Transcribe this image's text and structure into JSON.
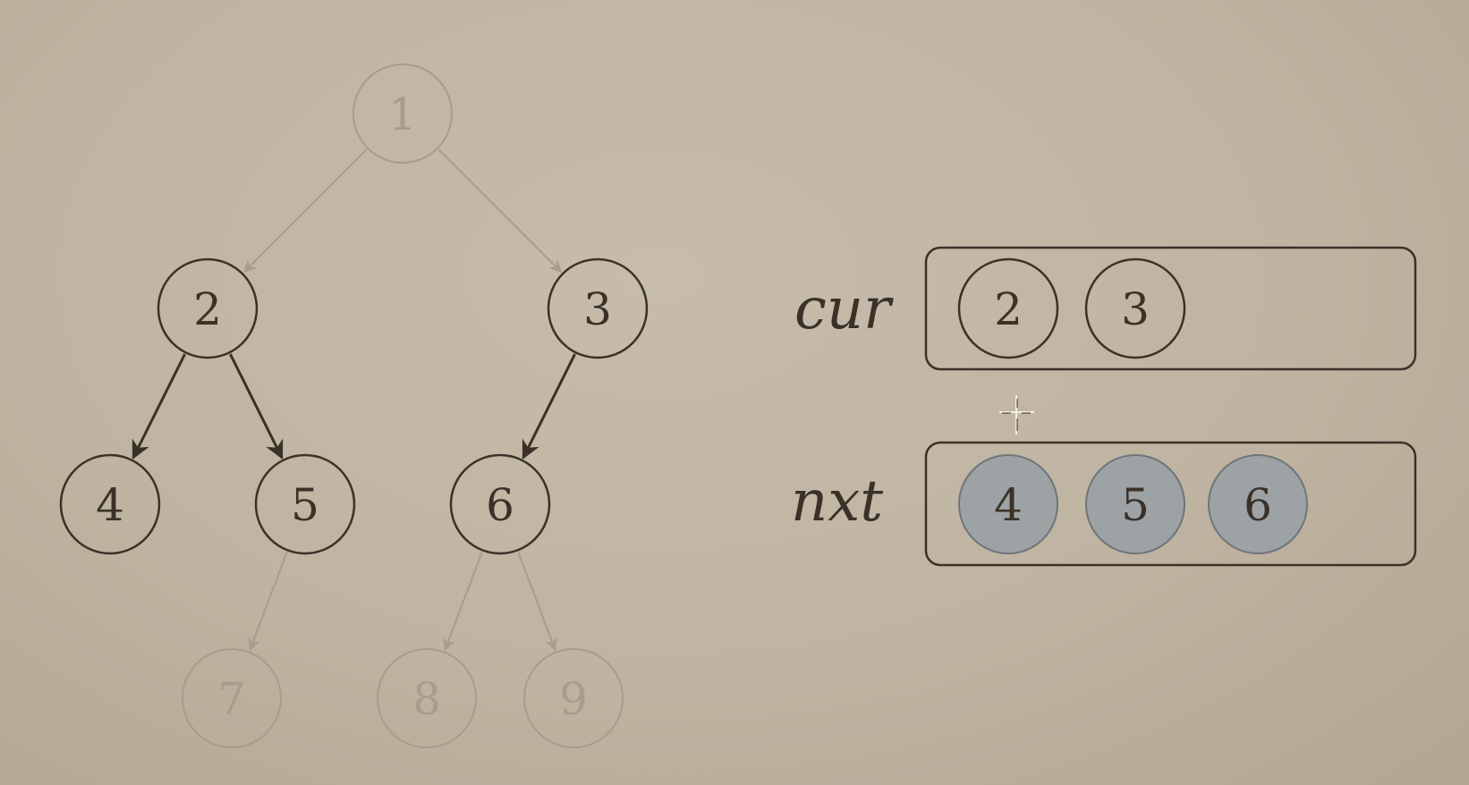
{
  "tree": {
    "nodes": [
      {
        "id": "1",
        "label": "1",
        "state": "faded"
      },
      {
        "id": "2",
        "label": "2",
        "state": "active"
      },
      {
        "id": "3",
        "label": "3",
        "state": "active"
      },
      {
        "id": "4",
        "label": "4",
        "state": "active"
      },
      {
        "id": "5",
        "label": "5",
        "state": "active"
      },
      {
        "id": "6",
        "label": "6",
        "state": "active"
      },
      {
        "id": "7",
        "label": "7",
        "state": "faded"
      },
      {
        "id": "8",
        "label": "8",
        "state": "faded"
      },
      {
        "id": "9",
        "label": "9",
        "state": "faded"
      }
    ],
    "edges": [
      {
        "from": "1",
        "to": "2",
        "state": "faded"
      },
      {
        "from": "1",
        "to": "3",
        "state": "faded"
      },
      {
        "from": "2",
        "to": "4",
        "state": "active"
      },
      {
        "from": "2",
        "to": "5",
        "state": "active"
      },
      {
        "from": "3",
        "to": "6",
        "state": "active"
      },
      {
        "from": "5",
        "to": "7",
        "state": "faded"
      },
      {
        "from": "6",
        "to": "8",
        "state": "faded"
      },
      {
        "from": "6",
        "to": "9",
        "state": "faded"
      }
    ]
  },
  "queues": {
    "cur": {
      "label": "cur",
      "items": [
        "2",
        "3"
      ],
      "style": "outline"
    },
    "nxt": {
      "label": "nxt",
      "items": [
        "4",
        "5",
        "6"
      ],
      "style": "filled"
    }
  },
  "colors": {
    "ink": "#3a3229",
    "faded": "#a79c8d",
    "filled_node": "#9da3a4",
    "filled_node_stroke": "#6f767a"
  }
}
